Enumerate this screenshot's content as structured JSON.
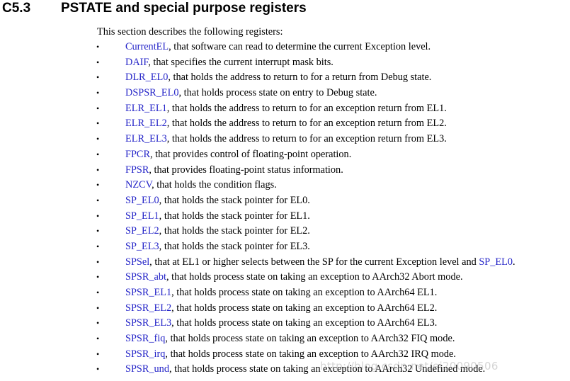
{
  "section": {
    "number": "C5.3",
    "title": "PSTATE and special purpose registers"
  },
  "intro": "This section describes the following registers:",
  "bullet_glyph": "•",
  "items": [
    {
      "reg": "CurrentEL",
      "desc": ", that software can read to determine the current Exception level."
    },
    {
      "reg": "DAIF",
      "desc": ", that specifies the current interrupt mask bits."
    },
    {
      "reg": "DLR_EL0",
      "desc": ", that holds the address to return to for a return from Debug state."
    },
    {
      "reg": "DSPSR_EL0",
      "desc": ", that holds process state on entry to Debug state."
    },
    {
      "reg": "ELR_EL1",
      "desc": ", that holds the address to return to for an exception return from EL1."
    },
    {
      "reg": "ELR_EL2",
      "desc": ", that holds the address to return to for an exception return from EL2."
    },
    {
      "reg": "ELR_EL3",
      "desc": ", that holds the address to return to for an exception return from EL3."
    },
    {
      "reg": "FPCR",
      "desc": ", that provides control of floating-point operation."
    },
    {
      "reg": "FPSR",
      "desc": ", that provides floating-point status information."
    },
    {
      "reg": "NZCV",
      "desc": ", that holds the condition flags."
    },
    {
      "reg": "SP_EL0",
      "desc": ", that holds the stack pointer for EL0."
    },
    {
      "reg": "SP_EL1",
      "desc": ", that holds the stack pointer for EL1."
    },
    {
      "reg": "SP_EL2",
      "desc": ", that holds the stack pointer for EL2."
    },
    {
      "reg": "SP_EL3",
      "desc": ", that holds the stack pointer for EL3."
    },
    {
      "reg": "SPSel",
      "desc": ", that at EL1 or higher selects between the SP for the current Exception level and ",
      "reg2": "SP_EL0",
      "tail": "."
    },
    {
      "reg": "SPSR_abt",
      "desc": ", that holds process state on taking an exception to AArch32 Abort mode."
    },
    {
      "reg": "SPSR_EL1",
      "desc": ", that holds process state on taking an exception to AArch64 EL1."
    },
    {
      "reg": "SPSR_EL2",
      "desc": ", that holds process state on taking an exception to AArch64 EL2."
    },
    {
      "reg": "SPSR_EL3",
      "desc": ", that holds process state on taking an exception to AArch64 EL3."
    },
    {
      "reg": "SPSR_fiq",
      "desc": ", that holds process state on taking an exception to AArch32 FIQ mode."
    },
    {
      "reg": "SPSR_irq",
      "desc": ", that holds process state on taking an exception to AArch32 IRQ mode."
    },
    {
      "reg": "SPSR_und",
      "desc": ", that holds process state on taking an exception to AArch32 Undefined mode."
    }
  ],
  "watermark": "http://blog.csdn.net/ei20090506",
  "colors": {
    "link": "#2525c8",
    "text": "#000000"
  }
}
